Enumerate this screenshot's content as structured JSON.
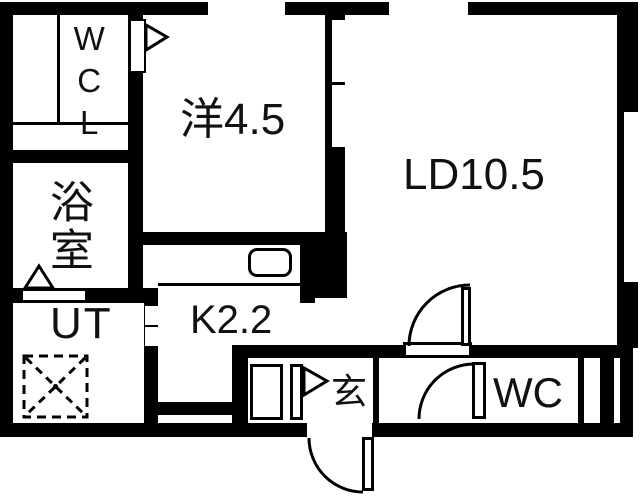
{
  "title": "apartment-floor-plan",
  "colors": {
    "wall": "#000000",
    "floor": "#ffffff",
    "text": "#111111"
  },
  "rooms": {
    "wcl": {
      "label": "WCL"
    },
    "western": {
      "label": "洋4.5"
    },
    "living_dining": {
      "label": "LD10.5"
    },
    "bathroom": {
      "label": "浴室"
    },
    "utility": {
      "label": "UT"
    },
    "kitchen": {
      "label": "K2.2"
    },
    "entrance": {
      "label": "玄"
    },
    "toilet": {
      "label": "WC"
    }
  }
}
